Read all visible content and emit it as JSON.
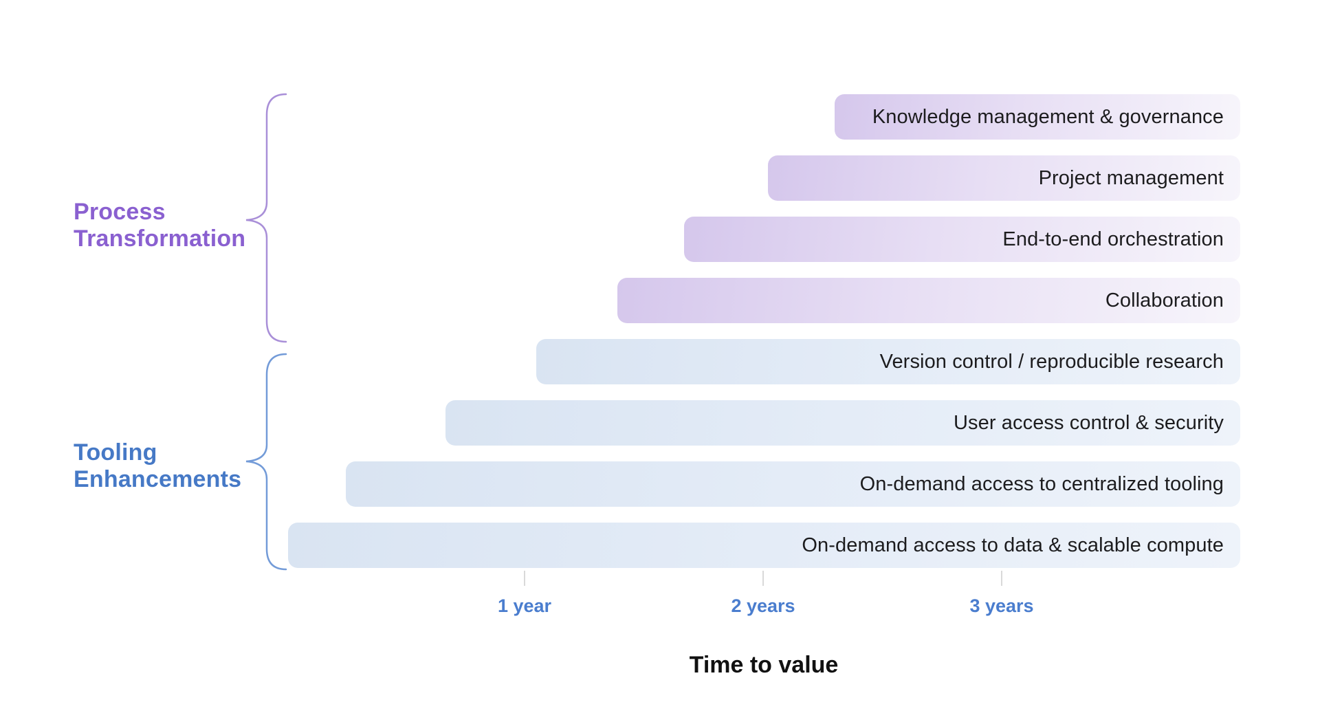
{
  "groups": {
    "process_transformation": {
      "line1": "Process",
      "line2": "Transformation",
      "color": "#8a60d0",
      "brace_color": "#a98fd8"
    },
    "tooling_enhancements": {
      "line1": "Tooling",
      "line2": "Enhancements",
      "color": "#4679c6",
      "brace_color": "#739bd8"
    }
  },
  "axis": {
    "label": "Time to value",
    "tick_label_color": "#4a7dce",
    "tick_line_color": "#d9d9d9"
  },
  "chart_data": {
    "type": "bar",
    "orientation": "horizontal",
    "title": "Time to value",
    "xlabel": "Time to value",
    "x_axis": {
      "unit": "years",
      "range_years": [
        0,
        4
      ],
      "ticks": [
        {
          "value": 1,
          "label": "1 year"
        },
        {
          "value": 2,
          "label": "2 years"
        },
        {
          "value": 3,
          "label": "3 years"
        }
      ]
    },
    "legend": [
      {
        "name": "Process Transformation",
        "color_start": "#d5c7ec",
        "color_end": "#f7f5fb"
      },
      {
        "name": "Tooling Enhancements",
        "color_start": "#d9e4f2",
        "color_end": "#eef3fa"
      }
    ],
    "bars": [
      {
        "label": "Knowledge management & governance",
        "group": "process_transformation",
        "start_years": 2.3,
        "end_years": 4.0
      },
      {
        "label": "Project management",
        "group": "process_transformation",
        "start_years": 2.02,
        "end_years": 4.0
      },
      {
        "label": "End-to-end orchestration",
        "group": "process_transformation",
        "start_years": 1.67,
        "end_years": 4.0
      },
      {
        "label": "Collaboration",
        "group": "process_transformation",
        "start_years": 1.39,
        "end_years": 4.0
      },
      {
        "label": "Version control / reproducible research",
        "group": "tooling_enhancements",
        "start_years": 1.05,
        "end_years": 4.0
      },
      {
        "label": "User access control & security",
        "group": "tooling_enhancements",
        "start_years": 0.67,
        "end_years": 4.0
      },
      {
        "label": "On-demand access to centralized tooling",
        "group": "tooling_enhancements",
        "start_years": 0.25,
        "end_years": 4.0
      },
      {
        "label": "On-demand access to data & scalable compute",
        "group": "tooling_enhancements",
        "start_years": 0.01,
        "end_years": 4.0
      }
    ]
  }
}
